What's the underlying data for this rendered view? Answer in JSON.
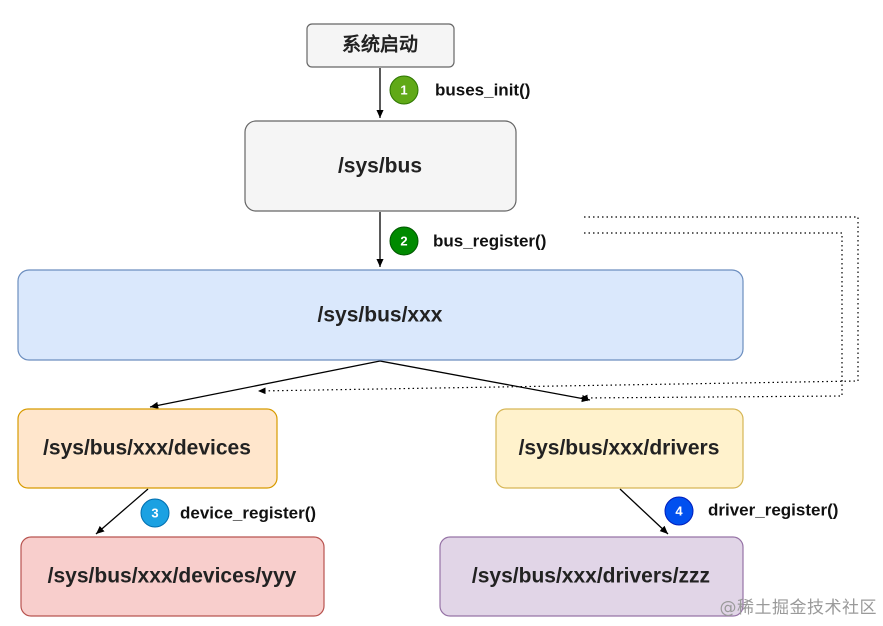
{
  "nodes": {
    "boot": {
      "label": "系统启动",
      "fill": "#f5f5f5",
      "stroke": "#666666"
    },
    "sys_bus": {
      "label": "/sys/bus",
      "fill": "#f5f5f5",
      "stroke": "#666666"
    },
    "sys_bus_xxx": {
      "label": "/sys/bus/xxx",
      "fill": "#dae8fc",
      "stroke": "#6c8ebf"
    },
    "devices": {
      "label": "/sys/bus/xxx/devices",
      "fill": "#ffe6cc",
      "stroke": "#d79b00"
    },
    "drivers": {
      "label": "/sys/bus/xxx/drivers",
      "fill": "#fff2cc",
      "stroke": "#d6b656"
    },
    "devices_yyy": {
      "label": "/sys/bus/xxx/devices/yyy",
      "fill": "#f8cecc",
      "stroke": "#b85450"
    },
    "drivers_zzz": {
      "label": "/sys/bus/xxx/drivers/zzz",
      "fill": "#e1d5e7",
      "stroke": "#9673a6"
    }
  },
  "steps": [
    {
      "num": "1",
      "label": "buses_init()",
      "color": "#60a917"
    },
    {
      "num": "2",
      "label": "bus_register()",
      "color": "#008a00"
    },
    {
      "num": "3",
      "label": "device_register()",
      "color": "#1ba1e2"
    },
    {
      "num": "4",
      "label": "driver_register()",
      "color": "#0050ef"
    }
  ],
  "watermark": "@稀土掘金技术社区"
}
